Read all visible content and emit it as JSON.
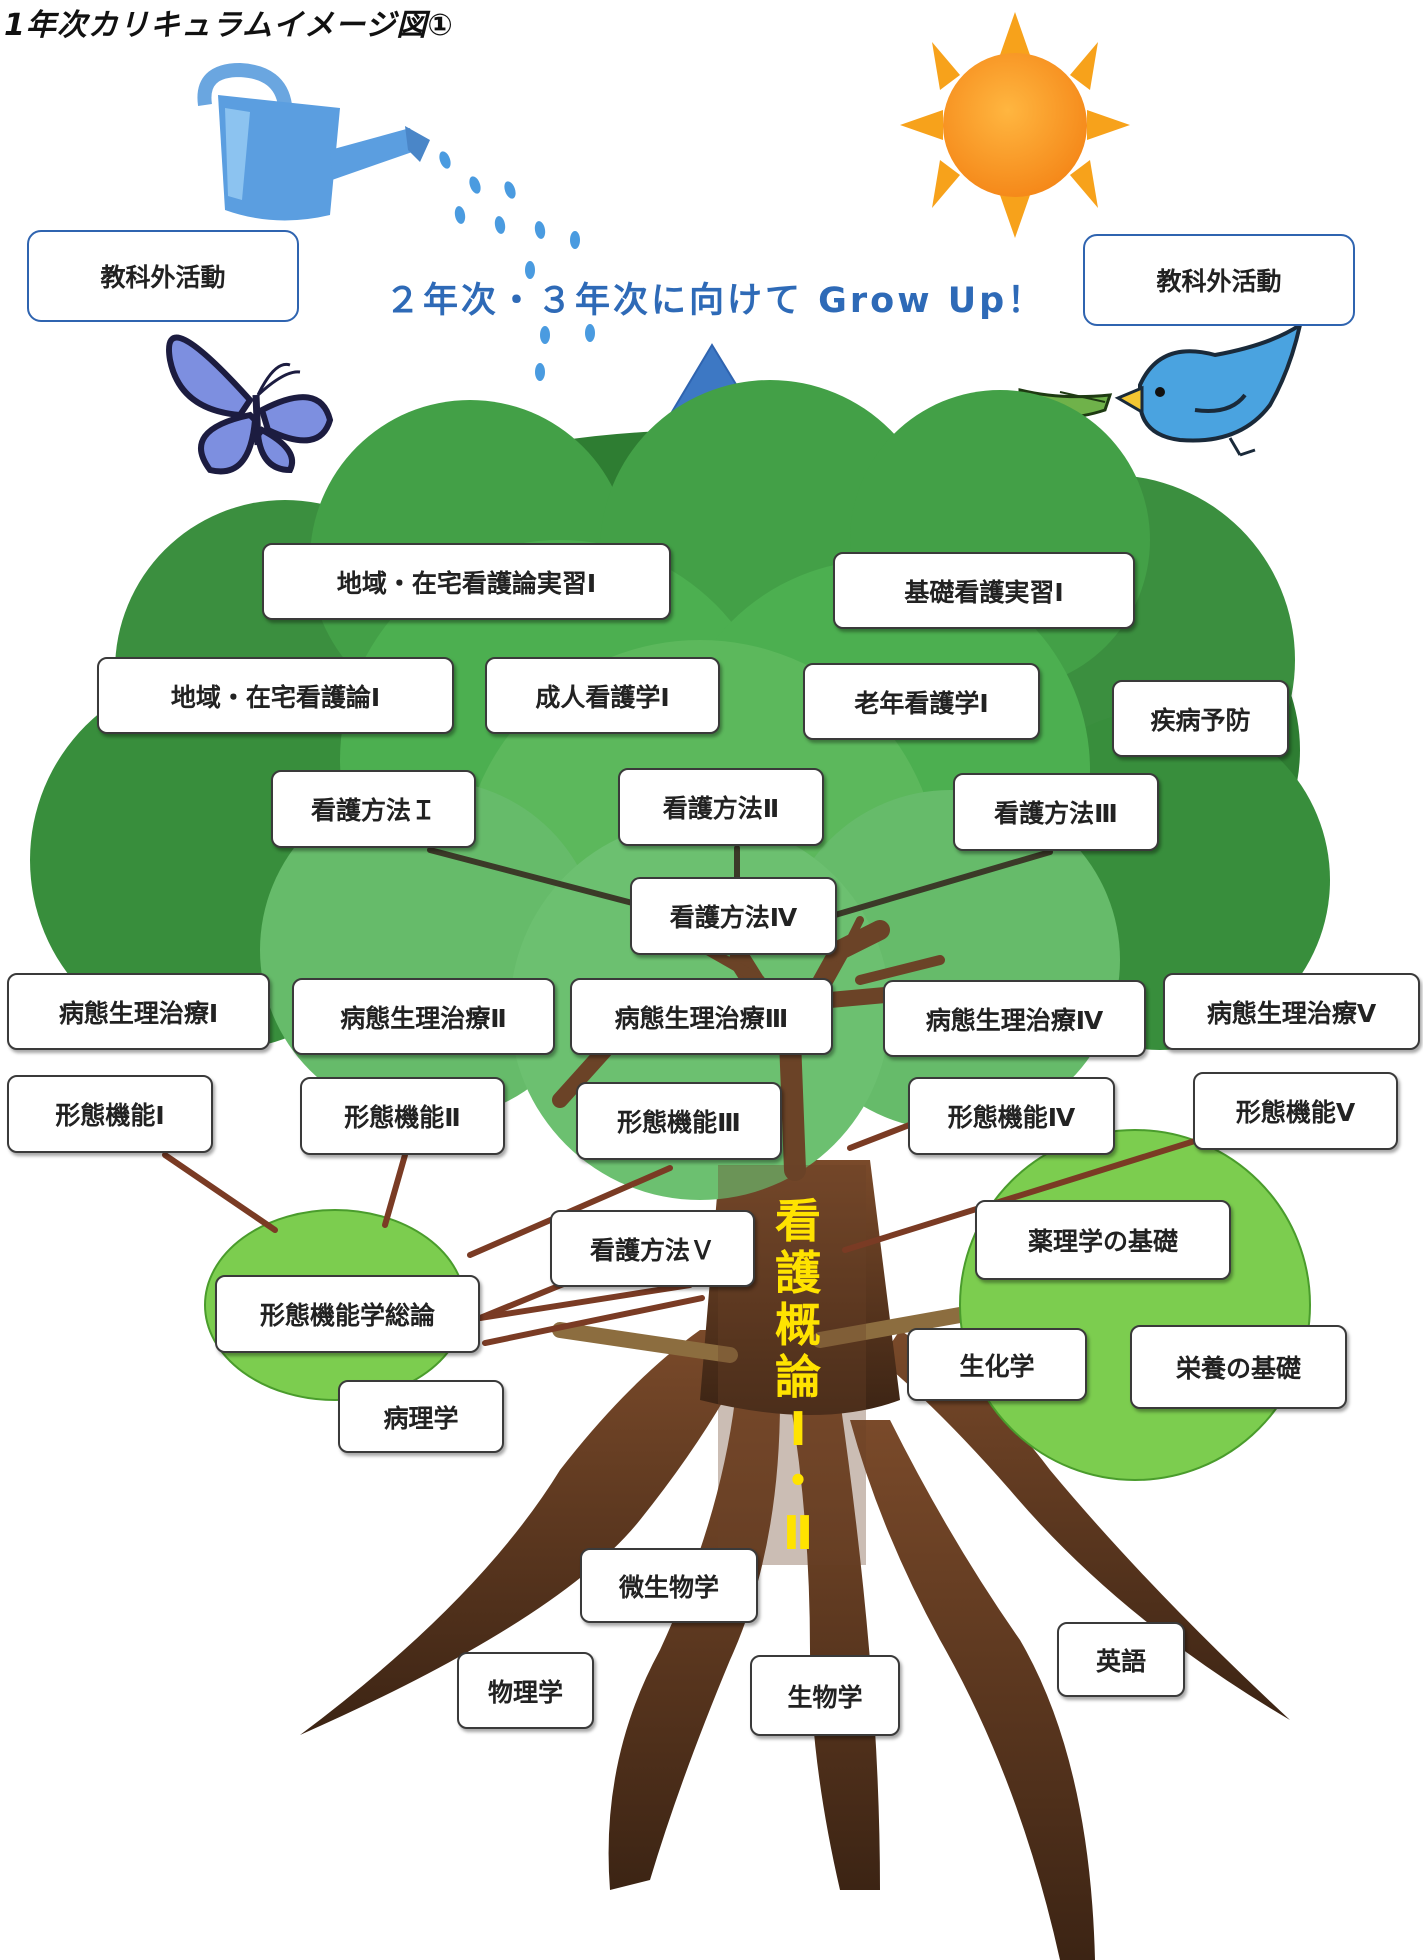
{
  "title": "1年次カリキュラムイメージ図①",
  "banner": "２年次・３年次に向けて Grow Up！",
  "extracurricular": {
    "left": "教科外活動",
    "right": "教科外活動"
  },
  "canopy_courses": {
    "community_practicum": "地域・在宅看護論実習Ⅰ",
    "fundamental_practicum": "基礎看護実習Ⅰ",
    "community_nursing": "地域・在宅看護論Ⅰ",
    "adult_nursing": "成人看護学Ⅰ",
    "geriatric_nursing": "老年看護学Ⅰ",
    "disease_prevention": "疾病予防",
    "methods_1": "看護方法Ｉ",
    "methods_2": "看護方法Ⅱ",
    "methods_3": "看護方法Ⅲ",
    "methods_4": "看護方法Ⅳ"
  },
  "branch_courses": {
    "patho_1": "病態生理治療Ⅰ",
    "patho_2": "病態生理治療Ⅱ",
    "patho_3": "病態生理治療Ⅲ",
    "patho_4": "病態生理治療Ⅳ",
    "patho_5": "病態生理治療Ⅴ",
    "morph_1": "形態機能Ⅰ",
    "morph_2": "形態機能Ⅱ",
    "morph_3": "形態機能Ⅲ",
    "morph_4": "形態機能Ⅳ",
    "morph_5": "形態機能Ⅴ",
    "methods_5": "看護方法Ｖ"
  },
  "left_cluster": {
    "morph_overview": "形態機能学総論",
    "pathology": "病理学"
  },
  "right_cluster": {
    "pharmacology": "薬理学の基礎",
    "biochemistry": "生化学",
    "nutrition": "栄養の基礎"
  },
  "trunk": {
    "label_chars": [
      "看",
      "護",
      "概",
      "論",
      "Ⅰ",
      "・",
      "Ⅱ"
    ]
  },
  "root_courses": {
    "microbiology": "微生物学",
    "english": "英語",
    "physics": "物理学",
    "biology": "生物学"
  },
  "colors": {
    "canopy_dark": "#2e7d32",
    "canopy_mid": "#43a047",
    "canopy_light": "#66bb6a",
    "bubble": "#7ccd4f",
    "trunk": "#6b4327",
    "connector": "#7a3b24",
    "arrow": "#3d78c4",
    "banner_text": "#2e6ab7",
    "trunk_text": "#ffe300",
    "sun": "#f7a21b"
  }
}
